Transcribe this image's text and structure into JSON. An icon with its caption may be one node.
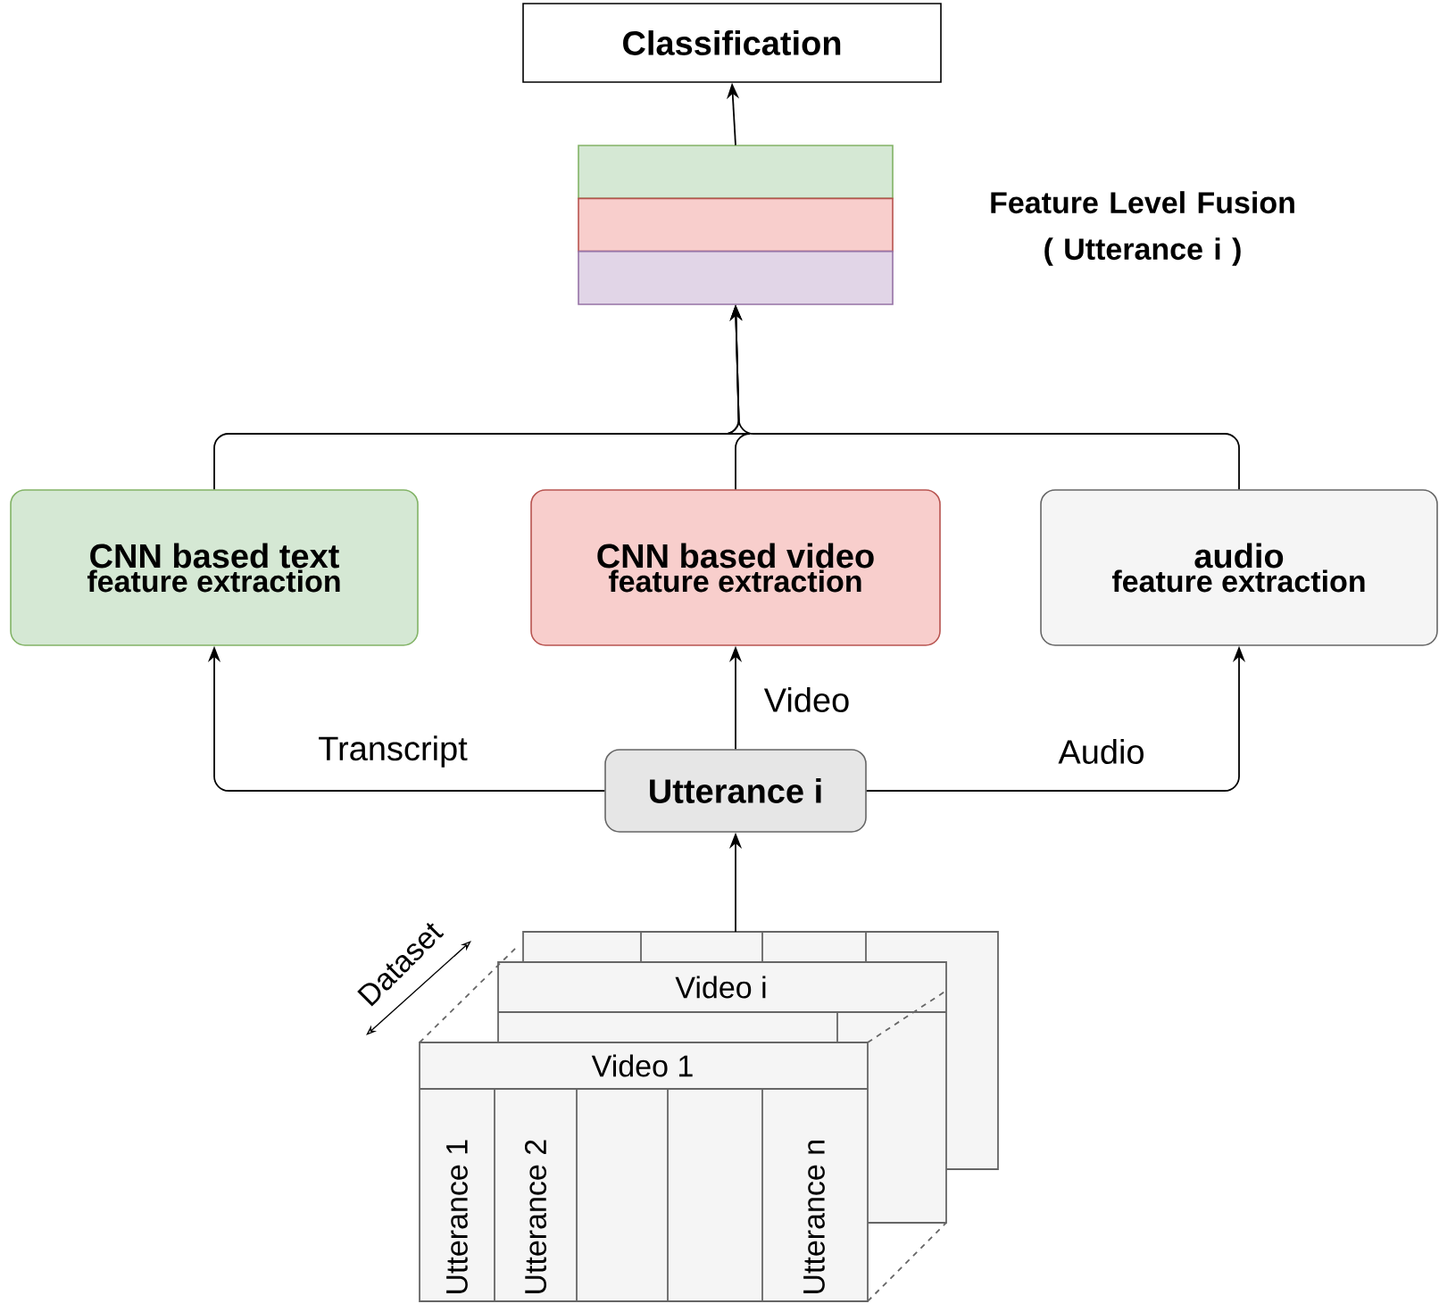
{
  "diagram": {
    "nodes": [
      {
        "text": [
          "Classification"
        ]
      },
      {
        "text": [],
        "shape": "box",
        "beside": [
          "Feature Level Fusion ( Utterance i )"
        ]
      },
      {
        "text": [
          "CNN based text",
          "feature extraction"
        ]
      },
      {
        "text": [
          "CNN based video",
          "feature extraction"
        ]
      },
      {
        "text": [
          "audio",
          "feature extraction"
        ]
      },
      {
        "text": [
          "Utterance i"
        ]
      },
      {
        "text": [
          "Video i",
          "Video 1",
          "Utterance 1",
          "Utterance 2",
          "Utterance n"
        ]
      }
    ],
    "edges": [
      {
        "from": 1,
        "to": 0,
        "arrow": "to"
      },
      {
        "from": 2,
        "to": 1,
        "arrow": "to"
      },
      {
        "from": 3,
        "to": 1,
        "arrow": "to"
      },
      {
        "from": 4,
        "to": 1,
        "arrow": "to"
      },
      {
        "from": 5,
        "to": 2,
        "arrow": "to",
        "label": "Transcript"
      },
      {
        "from": 5,
        "to": 3,
        "arrow": "to",
        "label": "Video"
      },
      {
        "from": 5,
        "to": 4,
        "arrow": "to",
        "label": "Audio"
      },
      {
        "from": 6,
        "to": 5,
        "arrow": "to"
      }
    ],
    "labels": [
      "Dataset"
    ]
  }
}
